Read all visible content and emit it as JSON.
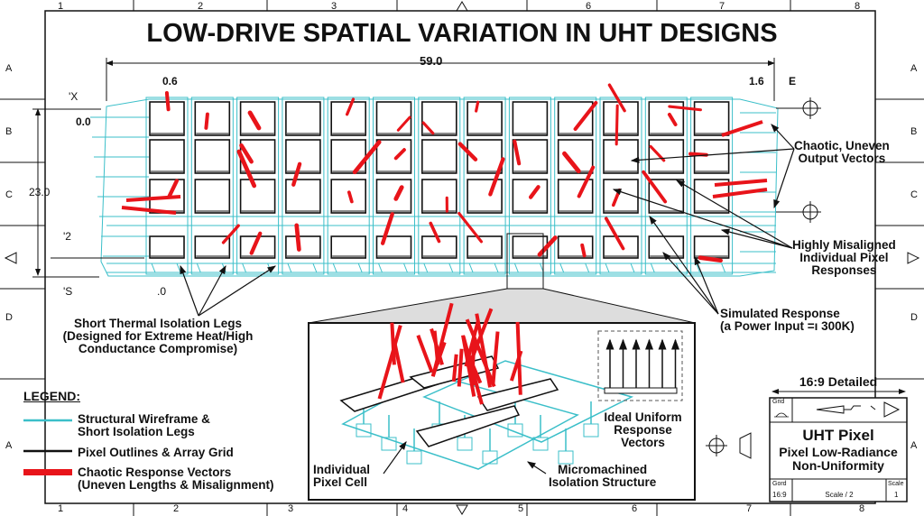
{
  "title": "LOW-DRIVE SPATIAL VARIATION IN UHT DESIGNS",
  "border": {
    "top_cols": [
      "1",
      "2",
      "3",
      "6",
      "7",
      "8"
    ],
    "bottom_cols": [
      "1",
      "2",
      "3",
      "4",
      "5",
      "6",
      "7",
      "8"
    ],
    "left_rows": [
      "A",
      "B",
      "C",
      "D",
      "A"
    ],
    "right_rows": [
      "A",
      "B",
      "C",
      "D",
      "A"
    ]
  },
  "dimensions": {
    "overall_width": "59.0",
    "left_gap": "0.6",
    "right_gap": "1.6",
    "right_label": "E",
    "top_offset": "0.0",
    "height": "23.0",
    "x_label": "'X",
    "row_label_2": "'2",
    "s_label": "'S",
    "bottom_gap": ".0"
  },
  "callouts": {
    "chaotic": [
      "Chaotic, Uneven",
      "Output Vectors"
    ],
    "misaligned": [
      "Highly Misaligned",
      "Individual Pixel",
      "Responses"
    ],
    "simulated": [
      "Simulated Response",
      "(a Power Input =ı 300K)"
    ],
    "legs": [
      "Short Thermal Isolation Legs",
      "(Designed for Extreme Heat/High",
      "Conductance Compromise)"
    ]
  },
  "inset": {
    "pixel_cell": [
      "Individual",
      "Pixel Cell"
    ],
    "isolation": [
      "Micromachined",
      "Isolation Structure"
    ],
    "ideal": [
      "Ideal Uniform",
      "Response",
      "Vectors"
    ]
  },
  "legend": {
    "heading": "LEGEND:",
    "items": [
      {
        "label": [
          "Structural Wireframe &",
          "Short Isolation Legs"
        ],
        "color": "#3bbfc9"
      },
      {
        "label": [
          "Pixel Outlines & Array Grid"
        ],
        "color": "#111111"
      },
      {
        "label": [
          "Chaotic Response Vectors",
          "(Uneven Lengths & Misalignment)"
        ],
        "color": "#e8141a"
      }
    ]
  },
  "title_block": {
    "format": "16:9 Detailed",
    "grid_label": "Grid",
    "name": "UHT Pixel",
    "subtitle": [
      "Pixel Low-Radiance",
      "Non-Uniformity"
    ],
    "gord_label": "Gord",
    "gord_value": "16:9",
    "scale_text": "Scale / 2",
    "scale_label": "Scale",
    "scale_value": "1"
  },
  "colors": {
    "cyan": "#3bbfc9",
    "red": "#e8141a",
    "ink": "#111111"
  }
}
